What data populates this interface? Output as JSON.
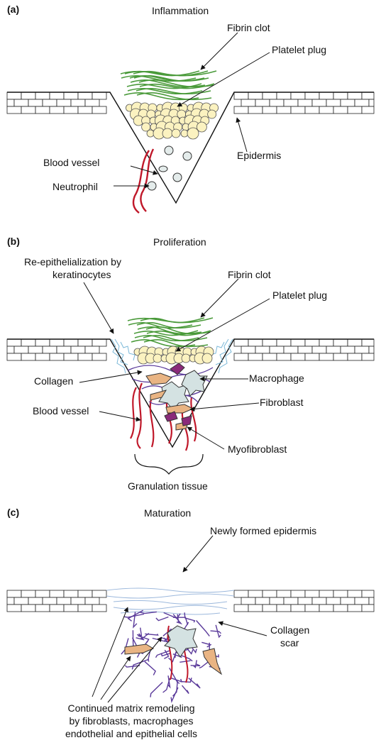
{
  "panel_a": {
    "letter": "(a)",
    "title": "Inflammation",
    "labels": {
      "fibrin_clot": "Fibrin clot",
      "platelet_plug": "Platelet plug",
      "blood_vessel": "Blood vessel",
      "neutrophil": "Neutrophil",
      "epidermis": "Epidermis"
    }
  },
  "panel_b": {
    "letter": "(b)",
    "title": "Proliferation",
    "labels": {
      "reepithelialization_line1": "Re-epithelialization by",
      "reepithelialization_line2": "keratinocytes",
      "fibrin_clot": "Fibrin clot",
      "platelet_plug": "Platelet plug",
      "collagen": "Collagen",
      "macrophage": "Macrophage",
      "blood_vessel": "Blood vessel",
      "fibroblast": "Fibroblast",
      "myofibroblast": "Myofibroblast",
      "granulation_tissue": "Granulation tissue"
    }
  },
  "panel_c": {
    "letter": "(c)",
    "title": "Maturation",
    "labels": {
      "newly_formed_epidermis": "Newly formed epidermis",
      "collagen_scar_line1": "Collagen",
      "collagen_scar_line2": "scar",
      "remodeling_line1": "Continued matrix remodeling",
      "remodeling_line2": "by fibroblasts, macrophages",
      "remodeling_line3": "endothelial and epithelial cells"
    }
  },
  "colors": {
    "fibrin": "#4a9a3a",
    "platelet": "#fbf2c0",
    "vessel": "#c0182a",
    "collagen": "#5a3a9a",
    "macrophage": "#d4e2e2",
    "fibroblast": "#e9b483",
    "myofibroblast": "#8a2a7a",
    "new_epidermis": "#bcd0e8"
  }
}
